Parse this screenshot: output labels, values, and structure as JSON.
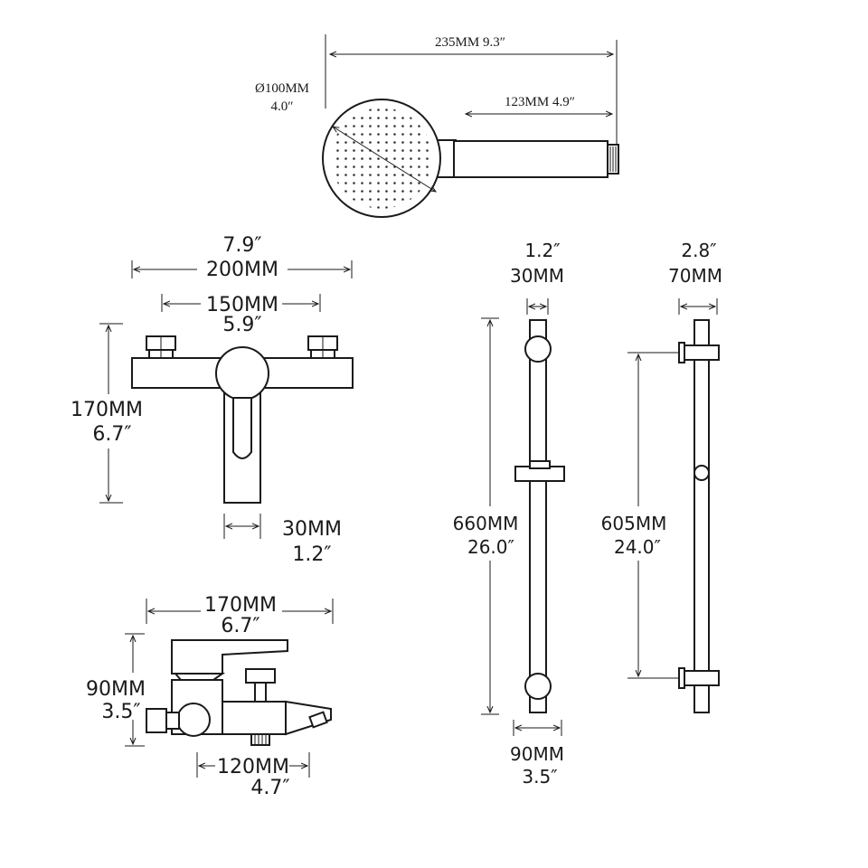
{
  "hand_shower": {
    "overall_length": "235MM   9.3″",
    "diameter_mm": "Ø100MM",
    "diameter_in": "4.0″",
    "handle_length": "123MM 4.9″"
  },
  "mixer_front": {
    "overall_in": "7.9″",
    "overall_mm": "200MM",
    "centers_mm": "150MM",
    "centers_in": "5.9″",
    "height_mm": "170MM",
    "height_in": "6.7″",
    "spout_mm": "30MM",
    "spout_in": "1.2″"
  },
  "mixer_side": {
    "length_mm": "170MM",
    "length_in": "6.7″",
    "height_mm": "90MM",
    "height_in": "3.5″",
    "spout_mm": "120MM",
    "spout_in": "4.7″"
  },
  "slide_bar_front": {
    "width_in": "1.2″",
    "width_mm": "30MM",
    "length_mm": "660MM",
    "length_in": "26.0″",
    "base_mm": "90MM",
    "base_in": "3.5″"
  },
  "slide_bar_side": {
    "depth_in": "2.8″",
    "depth_mm": "70MM",
    "centers_mm": "605MM",
    "centers_in": "24.0″"
  }
}
